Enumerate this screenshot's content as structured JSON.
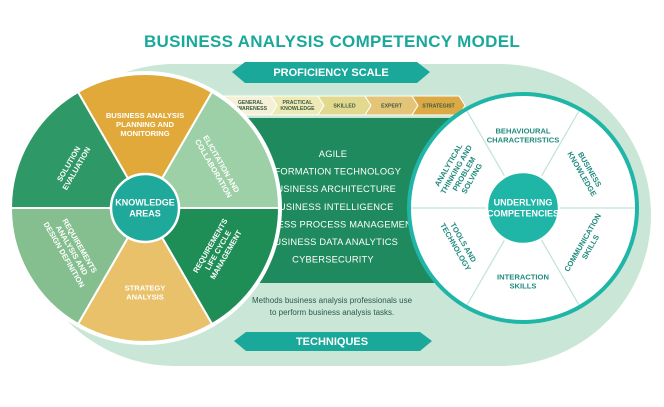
{
  "title": "BUSINESS ANALYSIS COMPETENCY MODEL",
  "proficiency_banner": "PROFICIENCY SCALE",
  "techniques_banner": "TECHNIQUES",
  "proficiency_levels": [
    {
      "line1": "GENERAL",
      "line2": "AWARENESS",
      "color": "#f4f1d6"
    },
    {
      "line1": "PRACTICAL",
      "line2": "KNOWLEDGE",
      "color": "#eeeab6"
    },
    {
      "line1": "SKILLED",
      "line2": "",
      "color": "#e3d98e"
    },
    {
      "line1": "EXPERT",
      "line2": "",
      "color": "#e4c477"
    },
    {
      "line1": "STRATEGIST",
      "line2": "",
      "color": "#dcaa44"
    }
  ],
  "techniques": [
    "AGILE",
    "INFORMATION TECHNOLOGY",
    "BUSINESS ARCHITECTURE",
    "BUSINESS INTELLIGENCE",
    "BUSINESS PROCESS MANAGEMENT",
    "BUSINESS DATA ANALYTICS",
    "CYBERSECURITY"
  ],
  "techniques_description": [
    "Methods business analysis professionals use",
    "to perform business analysis tasks."
  ],
  "knowledge_areas": {
    "hub": [
      "KNOWLEDGE",
      "AREAS"
    ],
    "segments": [
      {
        "lines": [
          "BUSINESS ANALYSIS",
          "PLANNING AND",
          "MONITORING"
        ],
        "color": "#e0a93a"
      },
      {
        "lines": [
          "ELICITATION AND",
          "COLLABORATION"
        ],
        "color": "#9dd0a6"
      },
      {
        "lines": [
          "REQUIREMENTS",
          "LIFE CYCLE",
          "MANAGEMENT"
        ],
        "color": "#1f8d56"
      },
      {
        "lines": [
          "STRATEGY",
          "ANALYSIS"
        ],
        "color": "#e8c16a"
      },
      {
        "lines": [
          "REQUIREMENTS",
          "ANALYSIS AND",
          "DESIGN DEFINITION"
        ],
        "color": "#86bf8f"
      },
      {
        "lines": [
          "SOLUTION",
          "EVALUATION"
        ],
        "color": "#2e9966"
      }
    ]
  },
  "underlying_competencies": {
    "hub": [
      "UNDERLYING",
      "COMPETENCIES"
    ],
    "segments": [
      {
        "lines": [
          "BEHAVIOURAL",
          "CHARACTERISTICS"
        ]
      },
      {
        "lines": [
          "BUSINESS",
          "KNOWLEDGE"
        ]
      },
      {
        "lines": [
          "COMMUNICATION",
          "SKILLS"
        ]
      },
      {
        "lines": [
          "INTERACTION",
          "SKILLS"
        ]
      },
      {
        "lines": [
          "TOOLS AND",
          "TECHNOLOGY"
        ]
      },
      {
        "lines": [
          "ANALYTICAL",
          "THINKING AND",
          "PROBLEM",
          "SOLVING"
        ]
      }
    ]
  },
  "colors": {
    "teal": "#1aa89a",
    "band": "#c9e6d7",
    "center": "#1f8a5d",
    "right_ring": "#1fb5a7",
    "right_fill": "#ffffff"
  }
}
